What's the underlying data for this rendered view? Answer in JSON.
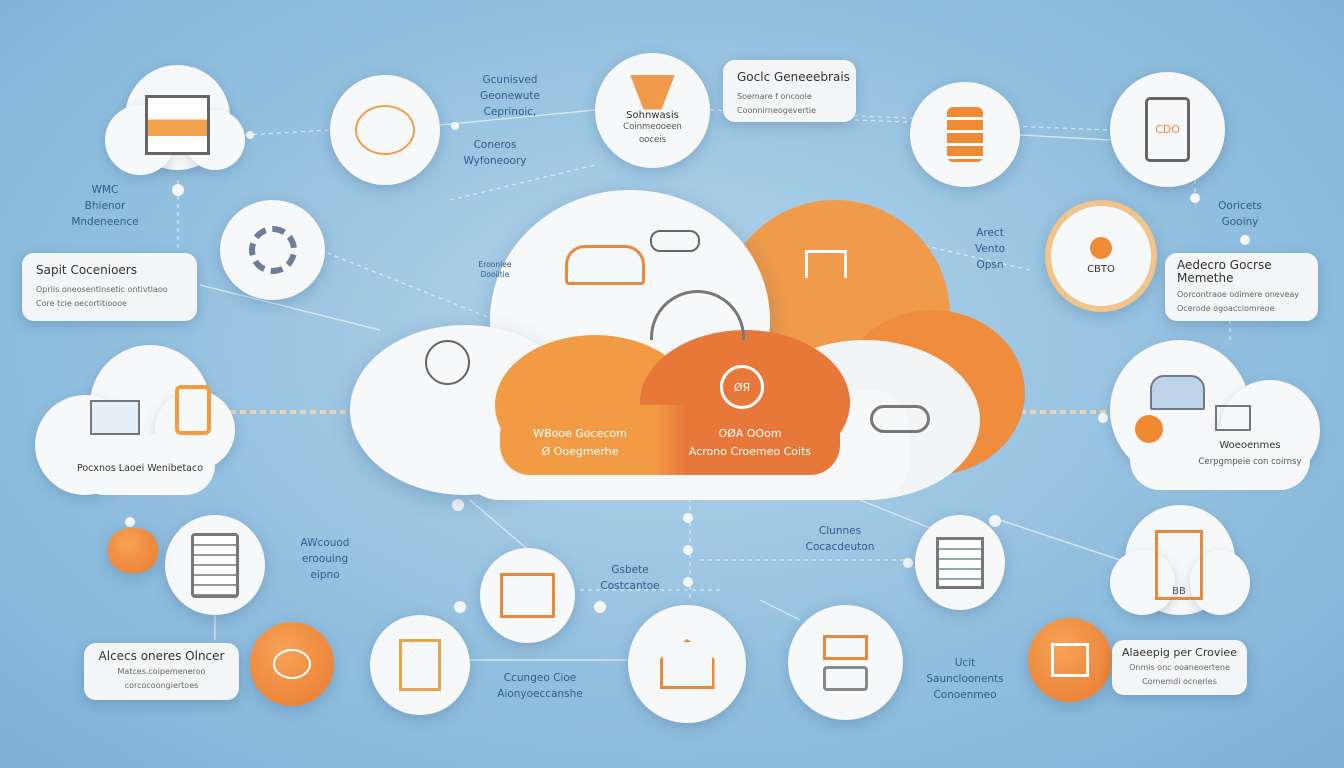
{
  "colors": {
    "background": "#94c0df",
    "orange": "#f0a048",
    "dark_orange": "#e87a35",
    "card": "#f4f5f6",
    "label_blue": "#2f5c8a"
  },
  "central": {
    "left_title": "WBooe Gocecom",
    "left_sub": "Ø Ooegmerhe",
    "right_badge": "ØЯ",
    "right_title": "OØA OOom",
    "right_sub": "Acrono Croemeo Coits"
  },
  "boxes": [
    {
      "title": "Sapit Cocenioers",
      "lines": [
        "Opriis oneosentinsetic ontivtlaoo",
        "Core tcie oecortitioooe"
      ]
    },
    {
      "title": "Goclc Geneeebrais",
      "lines": [
        "Soemare f oncoole",
        "Coonnirneogevertie"
      ]
    },
    {
      "title": "Aedecro Gocrse Memethe",
      "lines": [
        "Oorcontraoe odimere oneveay",
        "Ocerode ogoacciomreoe"
      ]
    },
    {
      "title": "Alcecs oneres Olncer",
      "lines": [
        "Matces.coipemeneroo",
        "corcocoongiertoes"
      ]
    },
    {
      "title": "Alaeepig per Croviee",
      "lines": [
        "Onmis onc ooaneoertene",
        "Comemdi ocneries"
      ]
    }
  ],
  "labels": [
    {
      "lines": [
        "WMC",
        "Bhienor",
        "Mndeneence"
      ]
    },
    {
      "lines": [
        "Gcunisved",
        "Geonewute",
        "Ceprinoic,"
      ]
    },
    {
      "lines": [
        "Coneros",
        "Wyfoneoory"
      ]
    },
    {
      "lines": [
        "Eroonlee",
        "Dooiitie"
      ]
    },
    {
      "lines": [
        "Arect",
        "Vento",
        "Opsn"
      ]
    },
    {
      "lines": [
        "Ooricets",
        "Gooiny"
      ]
    },
    {
      "lines": [
        "AWcouod",
        "eroouing",
        "eipno"
      ]
    },
    {
      "lines": [
        "Gsbete",
        "Costcantoe"
      ]
    },
    {
      "lines": [
        "Clunnes",
        "Cocacdeuton"
      ]
    },
    {
      "lines": [
        "Ccungeo Cioe",
        "Aionyoeccanshe"
      ]
    },
    {
      "lines": [
        "Ucit",
        "Sauncloonents",
        "Conoenmeo"
      ]
    }
  ],
  "nodes": {
    "top_center": {
      "title": "Sohnwasis",
      "lines": [
        "Coinmeooeen",
        "ooceis"
      ]
    },
    "left_cloud": {
      "title": "Pocxnos Laoei Wenibetaco"
    },
    "right_cloud": {
      "title": "Woeoenmes",
      "sub": "Cerpgmpeie con coirnsy"
    },
    "right_ring": {
      "badge": "CBTO"
    },
    "top_right": {
      "badge": "CDO"
    },
    "bottom_right": {
      "badge": "BB"
    }
  }
}
